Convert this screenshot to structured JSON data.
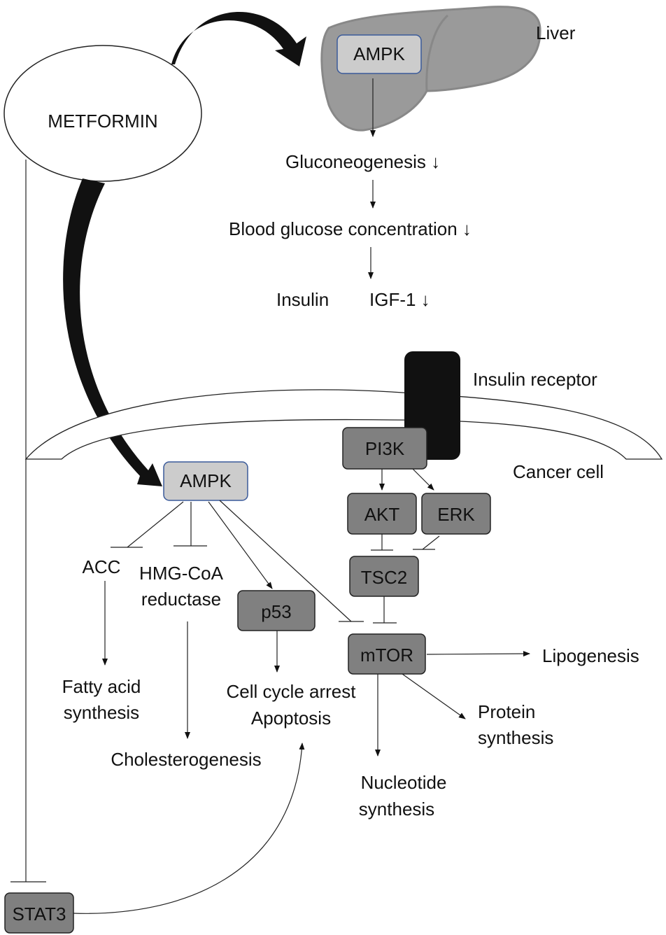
{
  "metformin": {
    "label": "METFORMIN"
  },
  "liver": {
    "label": "Liver",
    "ampk": "AMPK",
    "gluconeogenesis": "Gluconeogenesis ↓",
    "blood_glucose": "Blood glucose concentration ↓",
    "insulin": "Insulin",
    "igf1": "IGF-1 ↓"
  },
  "cell": {
    "receptor_label": "Insulin receptor",
    "cancer_cell_label": "Cancer cell",
    "ampk": "AMPK",
    "pi3k": "PI3K",
    "akt": "AKT",
    "erk": "ERK",
    "tsc2": "TSC2",
    "mtor": "mTOR",
    "p53": "p53",
    "stat3": "STAT3",
    "acc": "ACC",
    "hmg_line1": "HMG-CoA",
    "hmg_line2": "reductase",
    "fatty_line1": "Fatty acid",
    "fatty_line2": "synthesis",
    "cholesterogenesis": "Cholesterogenesis",
    "cell_cycle_line1": "Cell cycle arrest",
    "cell_cycle_line2": "Apoptosis",
    "lipogenesis": "Lipogenesis",
    "protein_line1": "Protein",
    "protein_line2": "synthesis",
    "nucleotide_line1": "Nucleotide",
    "nucleotide_line2": "synthesis"
  },
  "colors": {
    "liver_fill": "#9a9a9a",
    "light_box": "#cccccc",
    "dark_box": "#808080",
    "receptor": "#111111"
  }
}
